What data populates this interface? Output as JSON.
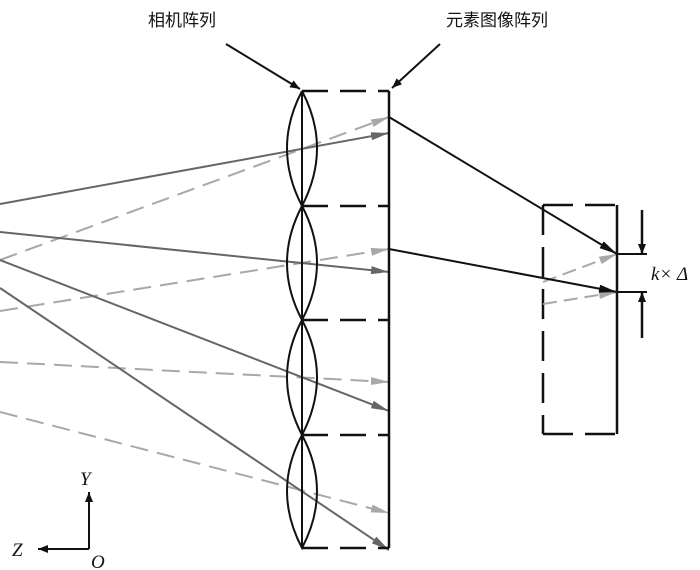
{
  "labels": {
    "camera_array": "相机阵列",
    "elemental_image_array": "元素图像阵列",
    "offset": "k× Δ",
    "axis_y": "Y",
    "axis_z": "Z",
    "origin": "O"
  },
  "colors": {
    "solid_ray": "#666666",
    "dashed_ray": "#a8a8a8",
    "line": "#111111"
  }
}
